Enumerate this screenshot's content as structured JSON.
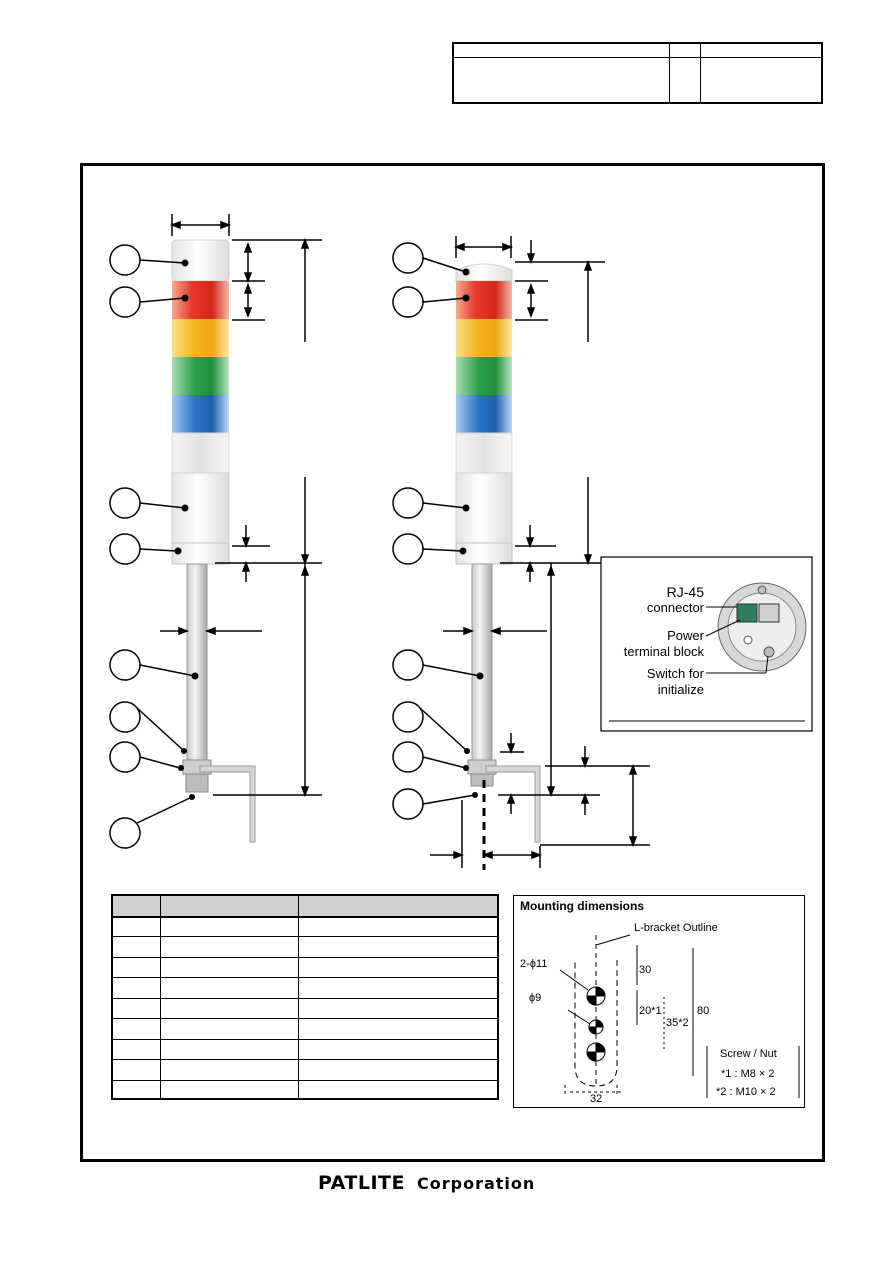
{
  "inset": {
    "rj45_label": [
      "RJ-45",
      "connector"
    ],
    "power_label": [
      "Power",
      "terminal block"
    ],
    "switch_label": [
      "Switch for",
      "initialize"
    ]
  },
  "mounting": {
    "title": "Mounting dimensions",
    "outline_label": "L-bracket Outline",
    "hole_large": "2-ϕ11",
    "hole_small": "ϕ9",
    "dim_30": "30",
    "dim_20": "20*1",
    "dim_35": "35*2",
    "dim_80": "80",
    "dim_32": "32",
    "screw_title": "Screw / Nut",
    "screw_1": "*1 : M8 × 2",
    "screw_2": "*2 : M10 × 2"
  },
  "parts_table": {
    "rows": 9
  },
  "footer": {
    "brand": "PATLITE",
    "corp": "Corporation"
  },
  "colors": {
    "red": "#e8382a",
    "amber": "#f3b41a",
    "green": "#2aa24a",
    "blue": "#2a74c8",
    "white_lens": "#e8e8e8"
  }
}
